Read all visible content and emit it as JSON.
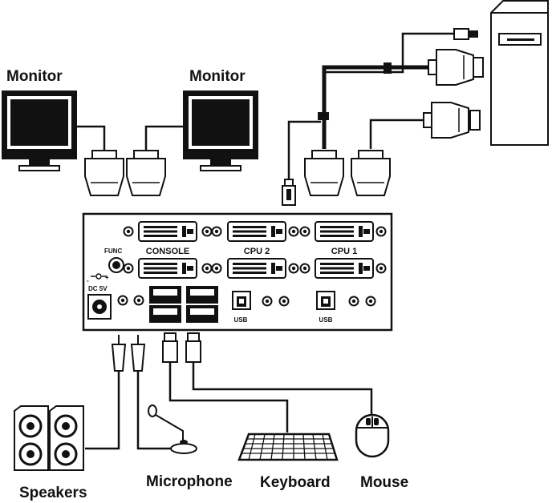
{
  "labels": {
    "monitor_left": "Monitor",
    "monitor_right": "Monitor",
    "speakers": "Speakers",
    "microphone": "Microphone",
    "keyboard": "Keyboard",
    "mouse": "Mouse"
  },
  "kvm": {
    "ports": {
      "console": "CONSOLE",
      "cpu2": "CPU 2",
      "cpu1": "CPU 1",
      "func": "FUNC",
      "power": "DC 5V",
      "usb_cpu2": "USB",
      "usb_cpu1": "USB"
    }
  },
  "colors": {
    "ink": "#111111",
    "background": "#ffffff"
  }
}
